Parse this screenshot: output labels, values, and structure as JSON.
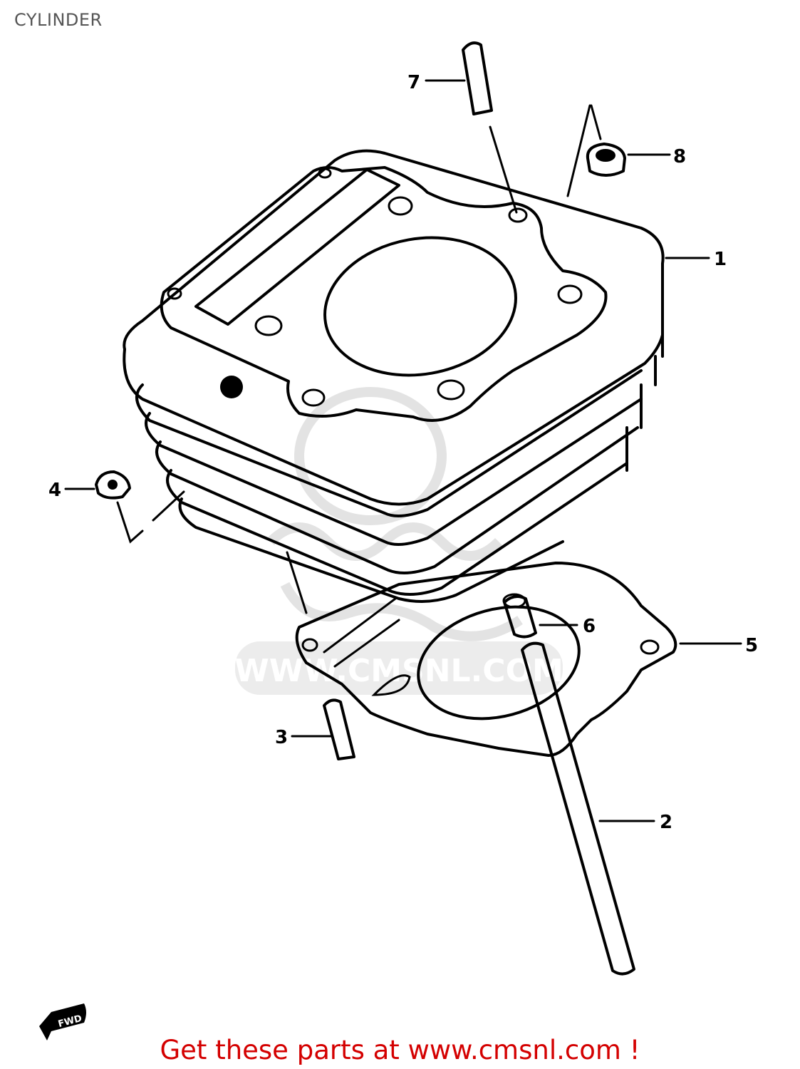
{
  "title": "CYLINDER",
  "callouts": [
    {
      "number": "1"
    },
    {
      "number": "2"
    },
    {
      "number": "3"
    },
    {
      "number": "4"
    },
    {
      "number": "5"
    },
    {
      "number": "6"
    },
    {
      "number": "7"
    },
    {
      "number": "8"
    }
  ],
  "direction_marker": {
    "label": "FWD",
    "icon": "forward-arrow-icon"
  },
  "watermark": "WWW.CMSNL.COM",
  "footer": {
    "text": "Get these parts at www.cmsnl.com !",
    "color": "#d40000"
  }
}
